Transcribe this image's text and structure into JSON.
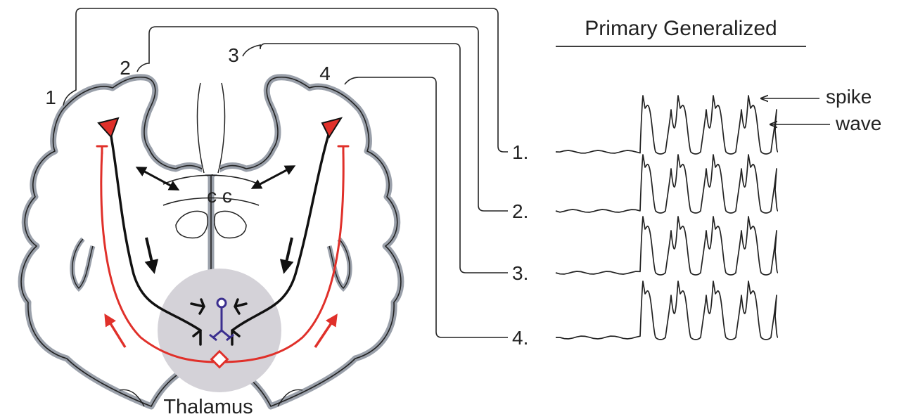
{
  "title": "Primary Generalized",
  "region_labels": [
    "1",
    "2",
    "3",
    "4"
  ],
  "channels": [
    {
      "label": "1."
    },
    {
      "label": "2."
    },
    {
      "label": "3."
    },
    {
      "label": "4."
    }
  ],
  "annotations": {
    "spike": "spike",
    "wave": "wave",
    "corpus_callosum": "c c",
    "thalamus": "Thalamus"
  },
  "colors": {
    "brain_fill": "#ffffff",
    "brain_outline": "#9aa0aa",
    "brain_stroke": "#222222",
    "red_pathway": "#e0302a",
    "black_pathway": "#111111",
    "thalamus_fill": "#d4d2d8",
    "thalamic_neuron": "#3b2f8f"
  }
}
